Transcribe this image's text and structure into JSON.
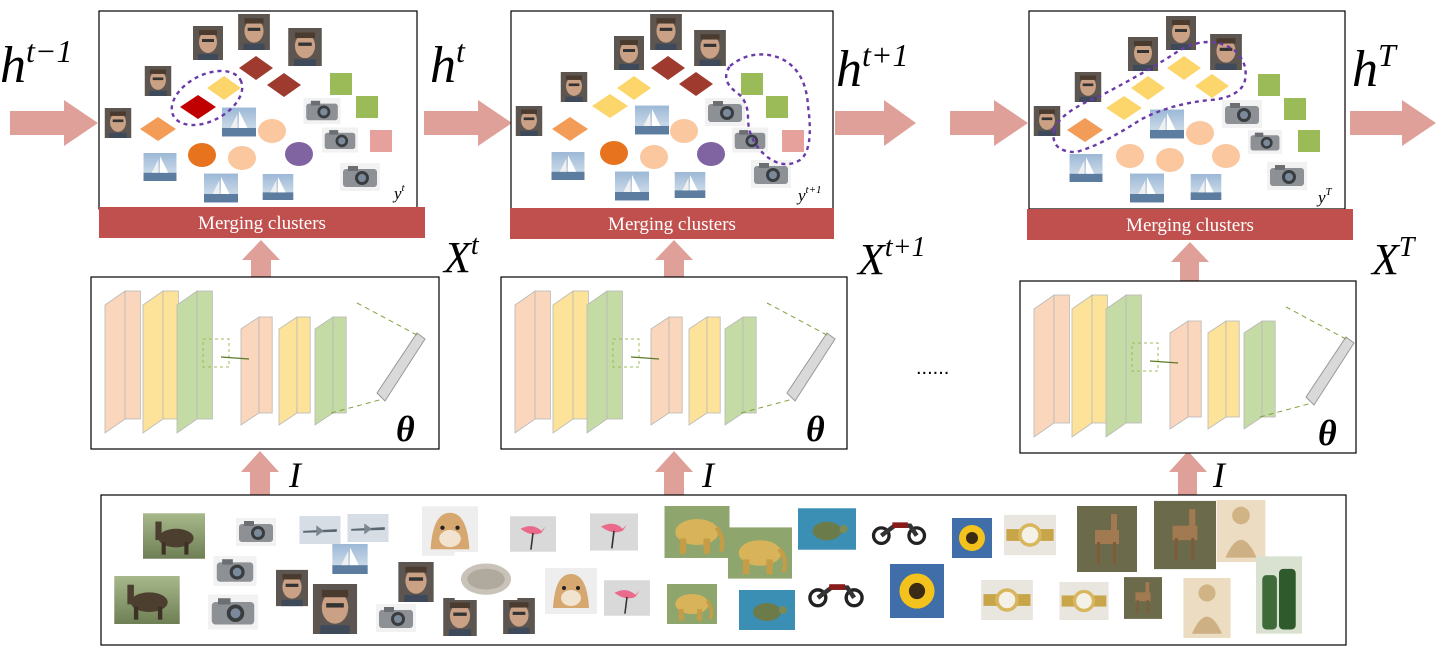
{
  "stage_labels": {
    "h_tm1": {
      "base": "h",
      "sup": "t−1"
    },
    "h_t": {
      "base": "h",
      "sup": "t"
    },
    "h_tp1": {
      "base": "h",
      "sup": "t+1"
    },
    "h_T": {
      "base": "h",
      "sup": "T"
    },
    "X_t": {
      "base": "X",
      "sup": "t"
    },
    "X_tp1": {
      "base": "X",
      "sup": "t+1"
    },
    "X_T": {
      "base": "X",
      "sup": "T"
    },
    "y_t": {
      "base": "y",
      "sup": "t"
    },
    "y_tp1": {
      "base": "y",
      "sup": "t+1"
    },
    "y_T": {
      "base": "y",
      "sup": "T"
    }
  },
  "merge_bar_label": "Merging clusters",
  "theta_symbol": "θ",
  "input_symbol": "I",
  "ellipsis": "......",
  "colors": {
    "arrow": "#e0a09a",
    "merge_bar": "#c0504d",
    "cluster_outline": "#6a3aa8",
    "layer_peach": "#fad6bc",
    "layer_yellow": "#fde39a",
    "layer_green": "#c5dba5",
    "diamond_yellow": "#fcd66a",
    "diamond_orange": "#f29c58",
    "diamond_darkred": "#9e3a2e",
    "diamond_red": "#c00000",
    "circle_peach": "#fac79e",
    "circle_orange": "#e8731f",
    "circle_purple": "#8064a2",
    "square_green": "#9bbb59",
    "square_pink": "#e6a19c"
  },
  "photo_icons": [
    "face-photo",
    "camera-photo",
    "sailboat-photo",
    "animal-photo",
    "flower-photo",
    "watch-photo",
    "motorbike-photo",
    "buddha-photo"
  ]
}
